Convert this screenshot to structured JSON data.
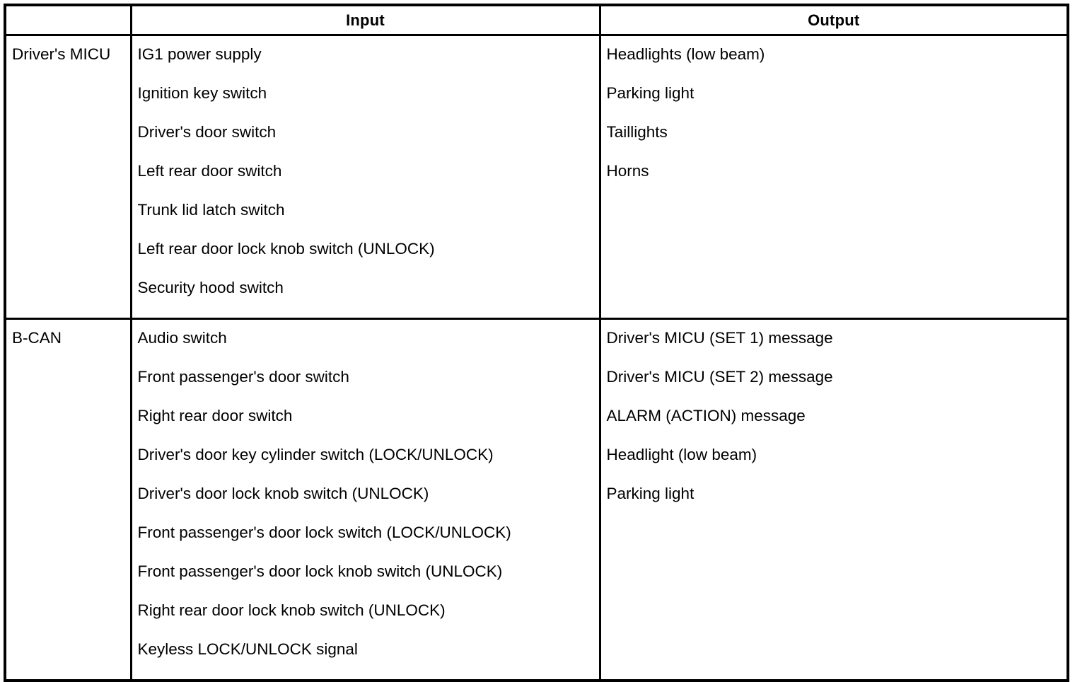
{
  "table": {
    "columns": [
      {
        "key": "system",
        "header": ""
      },
      {
        "key": "input",
        "header": "Input"
      },
      {
        "key": "output",
        "header": "Output"
      }
    ],
    "rows": [
      {
        "system": "Driver's MICU",
        "input": [
          "IG1 power supply",
          "Ignition key switch",
          "Driver's door switch",
          "Left rear door switch",
          "Trunk lid latch switch",
          "Left rear door lock knob switch (UNLOCK)",
          "Security hood switch"
        ],
        "output": [
          "Headlights (low beam)",
          "Parking light",
          "Taillights",
          "Horns"
        ]
      },
      {
        "system": "B-CAN",
        "input": [
          "Audio switch",
          "Front passenger's door switch",
          "Right rear door switch",
          "Driver's door key cylinder switch (LOCK/UNLOCK)",
          "Driver's door lock knob switch (UNLOCK)",
          "Front passenger's door lock switch (LOCK/UNLOCK)",
          "Front passenger's door lock knob switch (UNLOCK)",
          "Right rear door lock knob switch (UNLOCK)",
          "Keyless LOCK/UNLOCK signal"
        ],
        "output": [
          "Driver's MICU (SET 1) message",
          "Driver's MICU (SET 2) message",
          "ALARM (ACTION) message",
          "Headlight (low beam)",
          "Parking light"
        ]
      }
    ]
  },
  "colors": {
    "border": "#000000",
    "text": "#000000",
    "background": "#ffffff"
  }
}
